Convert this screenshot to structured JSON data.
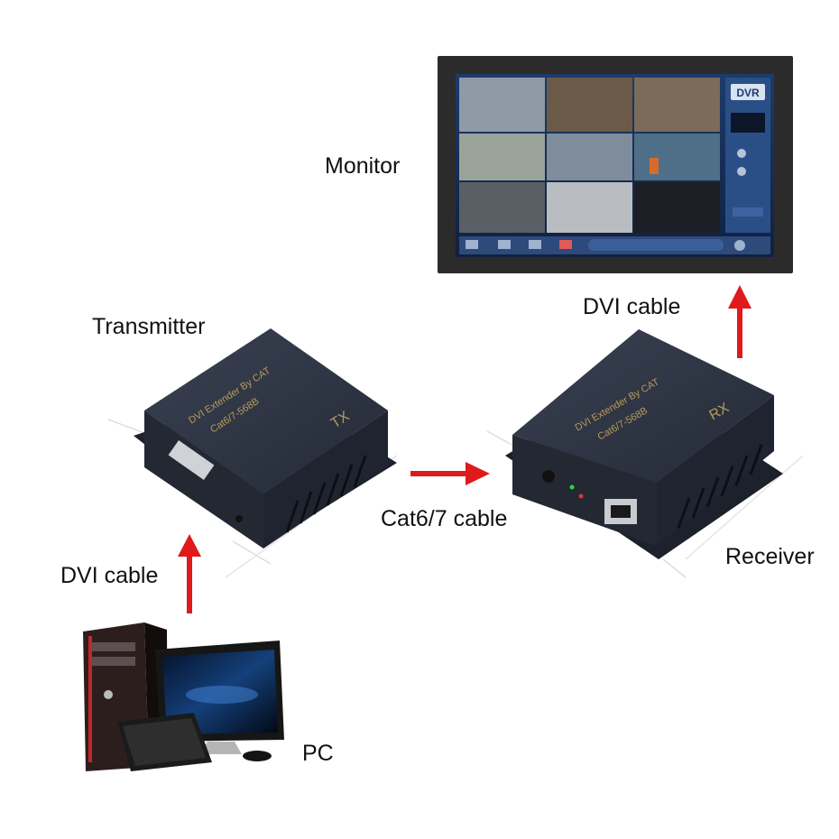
{
  "labels": {
    "monitor": "Monitor",
    "transmitter": "Transmitter",
    "receiver": "Receiver",
    "pc": "PC",
    "dvi_cable_top": "DVI cable",
    "dvi_cable_bottom": "DVI cable",
    "cat_cable": "Cat6/7 cable"
  },
  "devices": {
    "tx_silk": "DVI Extender By CAT",
    "tx_silk2": "Cat6/7-568B",
    "tx_mark": "TX",
    "rx_silk": "DVI Extender By CAT",
    "rx_silk2": "Cat6/7-568B",
    "rx_mark": "RX",
    "dvr_badge": "DVR"
  },
  "colors": {
    "arrow": "#e0191b",
    "device_body": "#2a2f3a",
    "silkscreen": "#b89b5a"
  }
}
